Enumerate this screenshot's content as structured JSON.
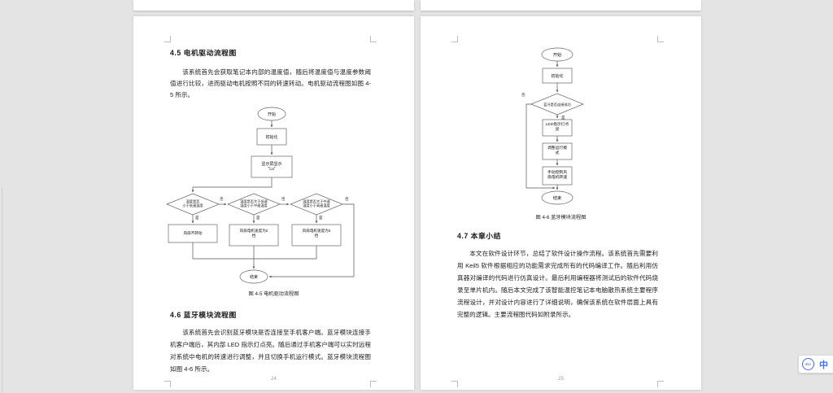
{
  "ime": {
    "logo_text": "iFLY",
    "mode": "中",
    "accent_color": "#4a6cf0"
  },
  "left_page": {
    "heading_45": "4.5 电机驱动流程图",
    "para_45": "该系统首先会获取笔记本内部的温度值，随后将温度值与温度参数阈值进行比较，进而驱动电机按照不同的转速转动。电机驱动流程图如图 4-5 所示。",
    "flowchart": {
      "start": "开始",
      "init": "初始化",
      "display": "显示屏显示\n“Lu”",
      "d1": "温度是否\n小于低速温度",
      "d2": "温度是否大于低速\n温度小于中速温度",
      "d3": "温度是否大于中速\n温度小于高速温度",
      "no1": "否",
      "no2": "否",
      "no3": "否",
      "yes1": "是",
      "yes2": "是",
      "yes3": "是",
      "r1": "风扇不转动",
      "r2": "风扇电机速度为2\n挡",
      "r3": "风扇电机速度为3\n挡",
      "end": "结束"
    },
    "caption_45": "图 4-5 电机驱动流程图",
    "heading_46": "4.6 蓝牙模块流程图",
    "para_46": "该系统首先会识别蓝牙模块是否连接至手机客户端。蓝牙模块连接手机客户端后，其内部 LED 指示灯点亮。随后通过手机客户端可以实时远程对系统中电机的转速进行调整，并且切换手机运行模式。蓝牙模块流程图如图 4-6 所示。",
    "page_number": "24"
  },
  "right_page": {
    "flowchart": {
      "start": "开始",
      "init": "初始化",
      "d1": "蓝牙是否连接成功",
      "no": "否",
      "yes": "是",
      "r1": "LED指示灯点\n亮",
      "r2": "调整运行模\n式",
      "r3": "手动控制风\n扇电机转速",
      "end": "结束"
    },
    "caption_46": "图 4-6 蓝牙模块流程图",
    "heading_47": "4.7 本章小结",
    "para_47": "本文在软件设计环节，总结了软件设计操作流程。该系统首先需要利用 Keil5 软件根据相应的功能需求完成所有的代码编译工作。随后利用仿真器对编译的代码进行仿真设计。最后利用编程器将测试后的软件代码烧录至单片机内。随后本文完成了该智能温控笔记本电脑散热系统主要程序流程设计，并对设计内容进行了详细说明，确保该系统在软件层面上具有完整的逻辑。主要流程图代码如附录所示。",
    "page_number": "25"
  }
}
